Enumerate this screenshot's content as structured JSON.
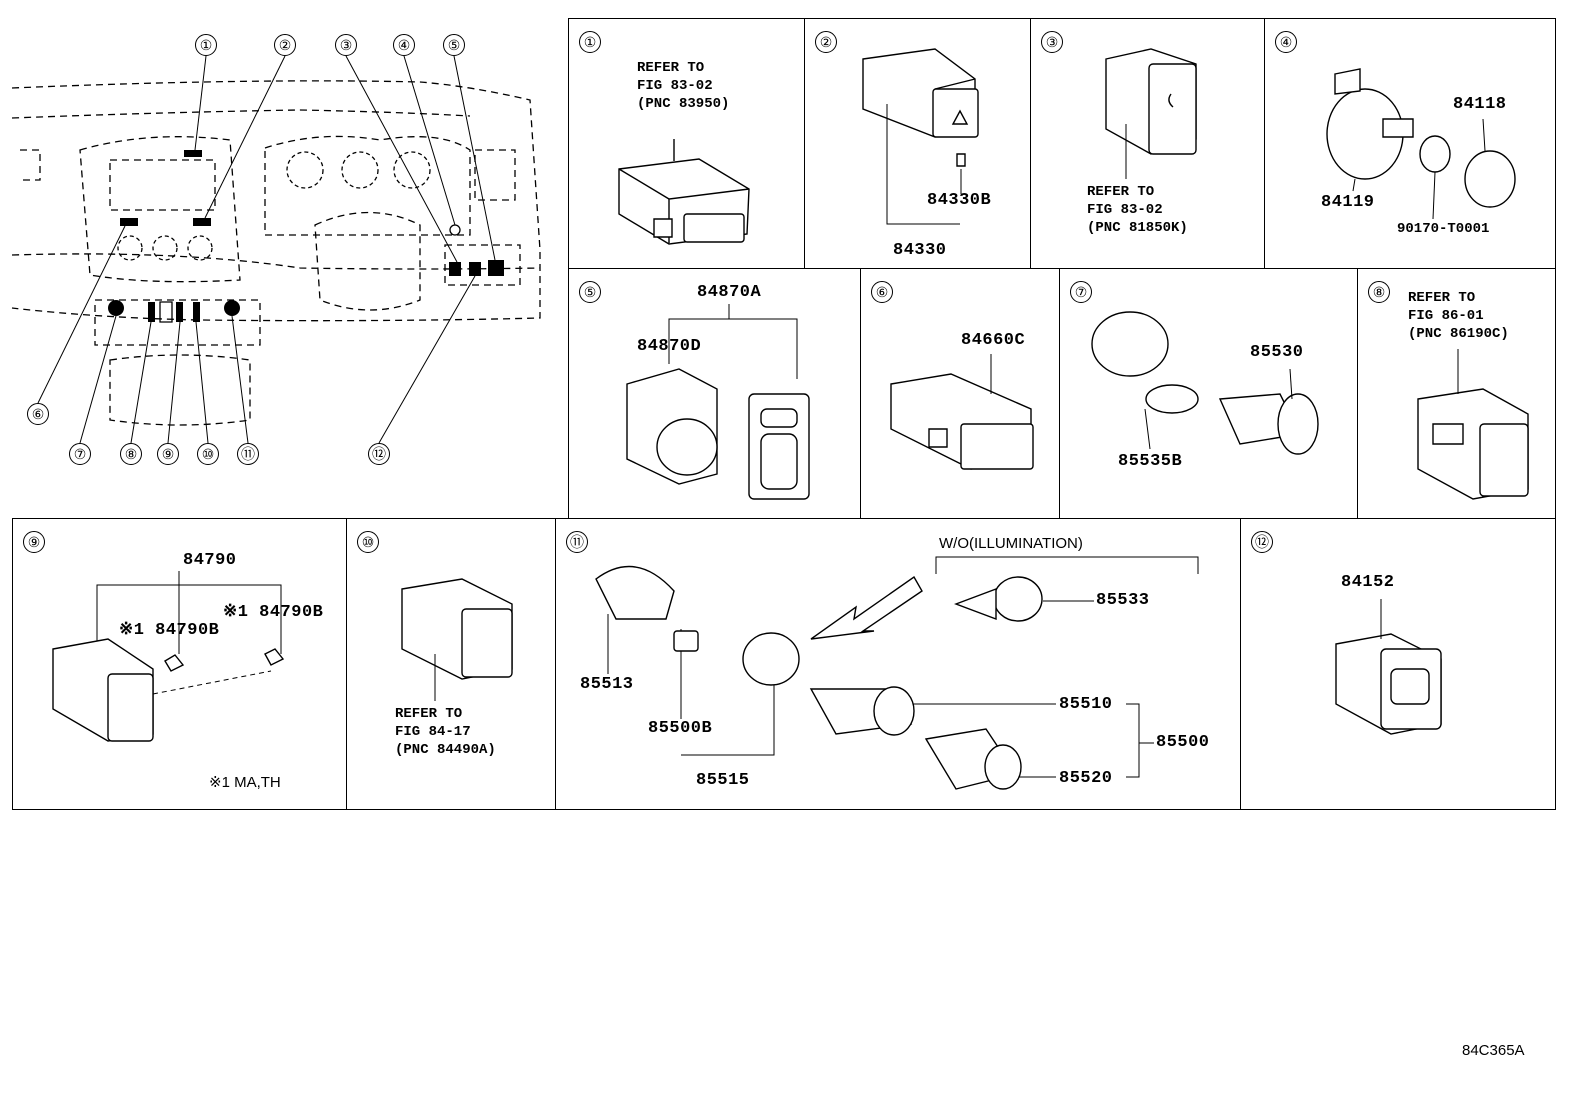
{
  "overview": {
    "callouts": [
      "①",
      "②",
      "③",
      "④",
      "⑤",
      "⑥",
      "⑦",
      "⑧",
      "⑨",
      "⑩",
      "⑪",
      "⑫"
    ]
  },
  "panels": {
    "p1": {
      "num": "①",
      "ref": [
        "REFER TO",
        "FIG 83-02",
        "(PNC 83950)"
      ]
    },
    "p2": {
      "num": "②",
      "parts": [
        "84330B",
        "84330"
      ]
    },
    "p3": {
      "num": "③",
      "ref": [
        "REFER TO",
        "FIG 83-02",
        "(PNC 81850K)"
      ]
    },
    "p4": {
      "num": "④",
      "parts": [
        "84118",
        "84119",
        "90170-T0001"
      ]
    },
    "p5": {
      "num": "⑤",
      "parts": [
        "84870A",
        "84870D"
      ]
    },
    "p6": {
      "num": "⑥",
      "parts": [
        "84660C"
      ]
    },
    "p7": {
      "num": "⑦",
      "parts": [
        "85530",
        "85535B"
      ]
    },
    "p8": {
      "num": "⑧",
      "ref": [
        "REFER TO",
        "FIG 86-01",
        "(PNC 86190C)"
      ]
    },
    "p9": {
      "num": "⑨",
      "parts": [
        "84790",
        "※1 84790B",
        "※1 84790B"
      ],
      "note": "※1 MA,TH"
    },
    "p10": {
      "num": "⑩",
      "ref": [
        "REFER TO",
        "FIG 84-17",
        "(PNC 84490A)"
      ]
    },
    "p11": {
      "num": "⑪",
      "parts": [
        "85513",
        "85500B",
        "85515",
        "85533",
        "85510",
        "85500",
        "85520"
      ],
      "note": "W/O(ILLUMINATION)"
    },
    "p12": {
      "num": "⑫",
      "parts": [
        "84152"
      ]
    }
  },
  "footer": {
    "code": "84C365A"
  }
}
